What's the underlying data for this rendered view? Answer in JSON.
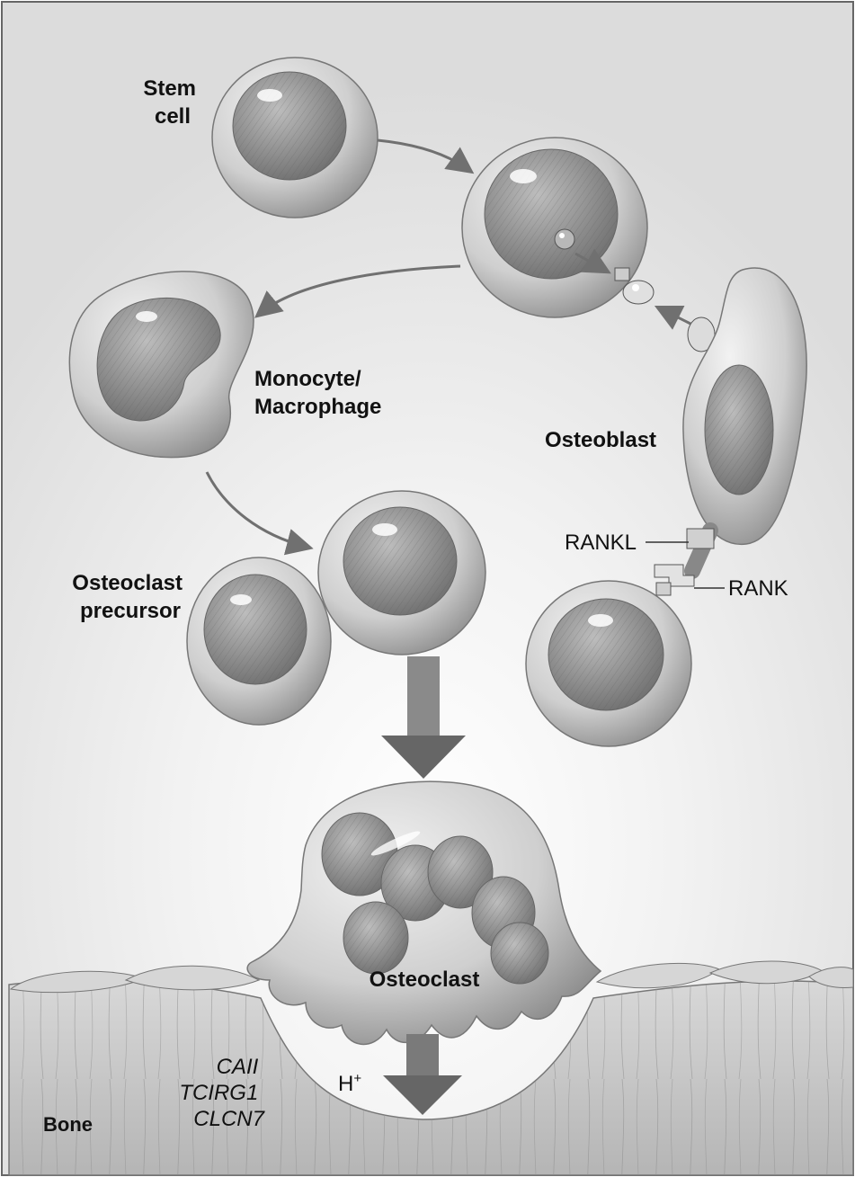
{
  "labels": {
    "stem_cell": [
      "Stem",
      "cell"
    ],
    "monocyte": [
      "Monocyte/",
      "Macrophage"
    ],
    "osteoblast": "Osteoblast",
    "osteoclast_precursor": [
      "Osteoclast",
      "precursor"
    ],
    "rankl": "RANKL",
    "rank": "RANK",
    "osteoclast": "Osteoclast",
    "proton": "H",
    "proton_sup": "+",
    "genes": [
      "CAII",
      "TCIRG1",
      "CLCN7"
    ],
    "bone": "Bone"
  },
  "colors": {
    "background": "#e8e8e8",
    "cell_fill": "#cfcfcf",
    "nucleus_fill": "#9a9a9a",
    "arrow": "#6e6e6e",
    "bone": "#c4c4c4"
  }
}
